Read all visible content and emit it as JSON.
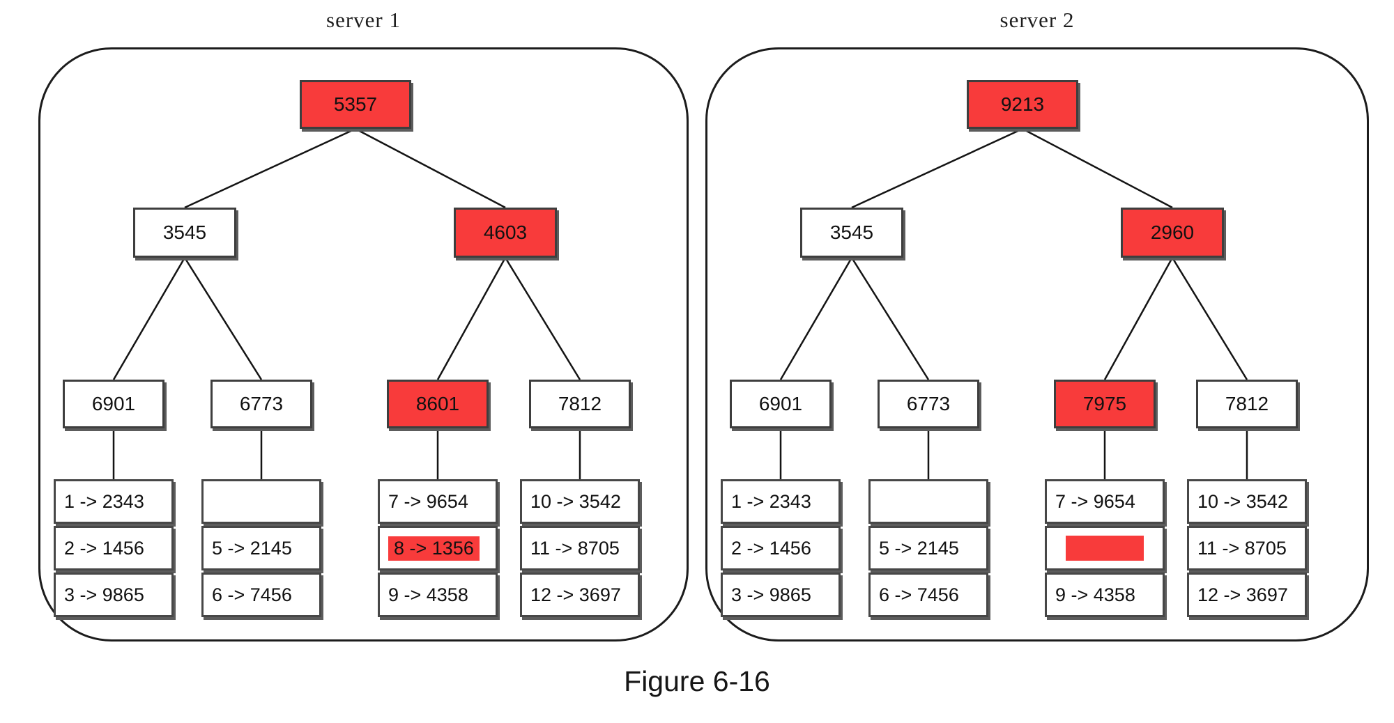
{
  "figure": {
    "caption": "Figure 6-16"
  },
  "colors": {
    "highlight_red": "#f83b3b",
    "node_white": "#ffffff",
    "node_border": "#3e3e3e",
    "edge_line": "#141414"
  },
  "servers": [
    {
      "title": "server 1",
      "root": {
        "label": "5357",
        "highlighted": true
      },
      "level2": [
        {
          "label": "3545",
          "highlighted": false
        },
        {
          "label": "4603",
          "highlighted": true
        }
      ],
      "level3": [
        {
          "label": "6901",
          "highlighted": false
        },
        {
          "label": "6773",
          "highlighted": false
        },
        {
          "label": "8601",
          "highlighted": true
        },
        {
          "label": "7812",
          "highlighted": false
        }
      ],
      "leaf_tables": [
        {
          "rows": [
            {
              "text": "1 -> 2343"
            },
            {
              "text": "2 -> 1456"
            },
            {
              "text": "3 -> 9865"
            }
          ]
        },
        {
          "rows": [
            {
              "text": ""
            },
            {
              "text": "5 -> 2145"
            },
            {
              "text": "6 -> 7456"
            }
          ]
        },
        {
          "rows": [
            {
              "text": "7 -> 9654"
            },
            {
              "text": "8 -> 1356",
              "highlight": "text"
            },
            {
              "text": "9 -> 4358"
            }
          ]
        },
        {
          "rows": [
            {
              "text": "10 -> 3542"
            },
            {
              "text": "11 -> 8705"
            },
            {
              "text": "12 -> 3697"
            }
          ]
        }
      ]
    },
    {
      "title": "server 2",
      "root": {
        "label": "9213",
        "highlighted": true
      },
      "level2": [
        {
          "label": "3545",
          "highlighted": false
        },
        {
          "label": "2960",
          "highlighted": true
        }
      ],
      "level3": [
        {
          "label": "6901",
          "highlighted": false
        },
        {
          "label": "6773",
          "highlighted": false
        },
        {
          "label": "7975",
          "highlighted": true
        },
        {
          "label": "7812",
          "highlighted": false
        }
      ],
      "leaf_tables": [
        {
          "rows": [
            {
              "text": "1 -> 2343"
            },
            {
              "text": "2 -> 1456"
            },
            {
              "text": "3 -> 9865"
            }
          ]
        },
        {
          "rows": [
            {
              "text": ""
            },
            {
              "text": "5 -> 2145"
            },
            {
              "text": "6 -> 7456"
            }
          ]
        },
        {
          "rows": [
            {
              "text": "7 -> 9654"
            },
            {
              "text": "",
              "highlight": "bar"
            },
            {
              "text": "9 -> 4358"
            }
          ]
        },
        {
          "rows": [
            {
              "text": "10 -> 3542"
            },
            {
              "text": "11 -> 8705"
            },
            {
              "text": "12 -> 3697"
            }
          ]
        }
      ]
    }
  ]
}
